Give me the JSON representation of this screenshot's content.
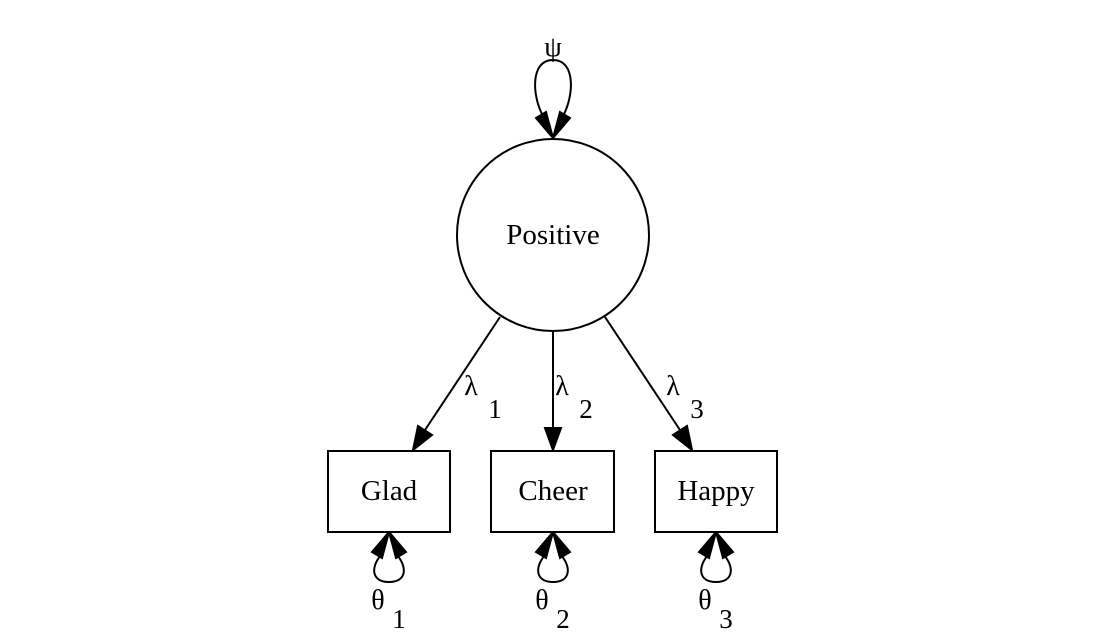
{
  "latent": {
    "label": "Positive",
    "variance": "ψ"
  },
  "indicators": [
    {
      "label": "Glad",
      "loading": "λ",
      "loading_sub": "1",
      "residual": "θ",
      "residual_sub": "1"
    },
    {
      "label": "Cheer",
      "loading": "λ",
      "loading_sub": "2",
      "residual": "θ",
      "residual_sub": "2"
    },
    {
      "label": "Happy",
      "loading": "λ",
      "loading_sub": "3",
      "residual": "θ",
      "residual_sub": "3"
    }
  ],
  "colors": {
    "stroke": "#000000",
    "fill": "#ffffff",
    "text": "#000000"
  }
}
